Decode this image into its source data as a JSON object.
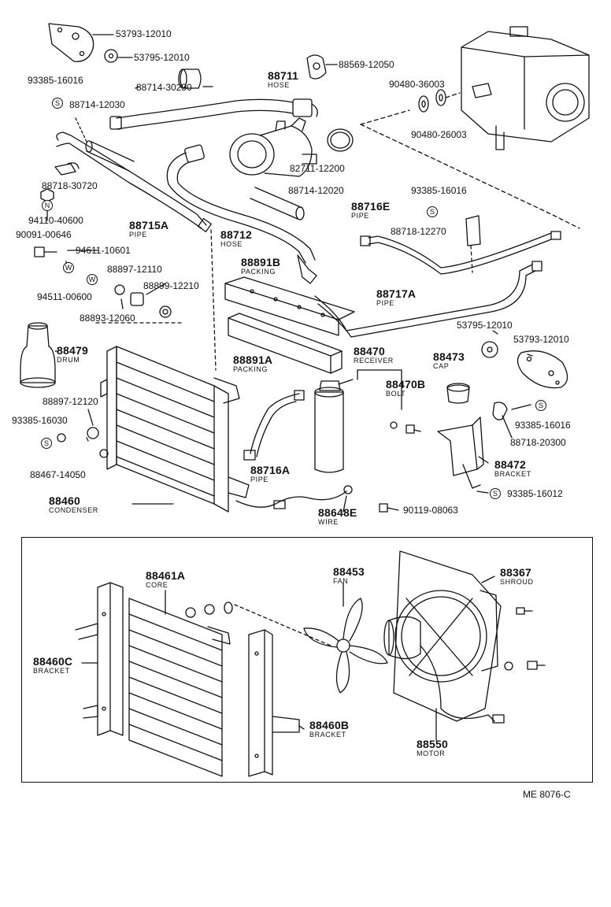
{
  "diagram_code": "ME 8076-C",
  "symbols": {
    "s": "S",
    "n": "N",
    "w": "W"
  },
  "parts": {
    "p53793_top": "53793-12010",
    "p53795_top": "53795-12010",
    "p88714_30290": "88714-30290",
    "p88569": "88569-12050",
    "p88711": "88711",
    "hose_a": "HOSE",
    "p93385_16016a": "93385-16016",
    "p88714_12030": "88714-12030",
    "p90480_36003": "90480-36003",
    "p90480_26003": "90480-26003",
    "p82711": "82711-12200",
    "p88718_30720": "88718-30720",
    "p88714_12020": "88714-12020",
    "p93385_16016b": "93385-16016",
    "p94110": "94110-40600",
    "p88715a": "88715A",
    "pipe_a": "PIPE",
    "p88716e": "88716E",
    "pipe_e": "PIPE",
    "p88718_12270": "88718-12270",
    "p90091": "90091-00646",
    "p88712": "88712",
    "hose_b": "HOSE",
    "p94611": "94611-10601",
    "p88891b": "88891B",
    "packing_b": "PACKING",
    "p88897_12110": "88897-12110",
    "p88899": "88899-12210",
    "p94511": "94511-00600",
    "p88717a": "88717A",
    "pipe_717": "PIPE",
    "p88893": "88893-12060",
    "p53795_right": "53795-12010",
    "p53793_right": "53793-12010",
    "p88479": "88479",
    "drum": "DRUM",
    "p88891a": "88891A",
    "packing_a": "PACKING",
    "p88470": "88470",
    "receiver": "RECEIVER",
    "p88473": "88473",
    "cap": "CAP",
    "p88470b": "88470B",
    "bolt": "BOLT",
    "p88897_12120": "88897-12120",
    "p93385_16016c": "93385-16016",
    "p93385_16030": "93385-16030",
    "p88718_20300": "88718-20300",
    "p88716a": "88716A",
    "pipe_716a": "PIPE",
    "p88467": "88467-14050",
    "p88472": "88472",
    "bracket_472": "BRACKET",
    "p93385_16012": "93385-16012",
    "p88460": "88460",
    "condenser": "CONDENSER",
    "p88648e": "88648E",
    "wire": "WIRE",
    "p90119": "90119-08063",
    "p88461a": "88461A",
    "core": "CORE",
    "p88453": "88453",
    "fan": "FAN",
    "p88367": "88367",
    "shroud": "SHROUD",
    "p88460c": "88460C",
    "bracket_c": "BRACKET",
    "p88460b": "88460B",
    "bracket_b": "BRACKET",
    "p88550": "88550",
    "motor": "MOTOR"
  }
}
